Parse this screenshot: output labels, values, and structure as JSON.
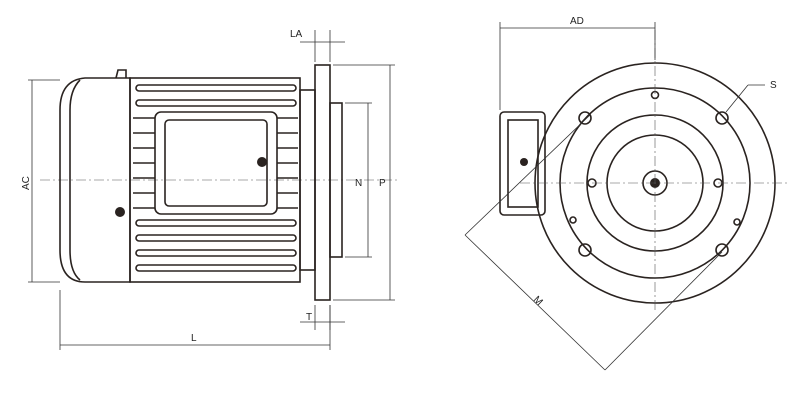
{
  "labels": {
    "LA": "LA",
    "AC": "AC",
    "N": "N",
    "P": "P",
    "L": "L",
    "T": "T",
    "AD": "AD",
    "S": "S",
    "M": "M"
  }
}
